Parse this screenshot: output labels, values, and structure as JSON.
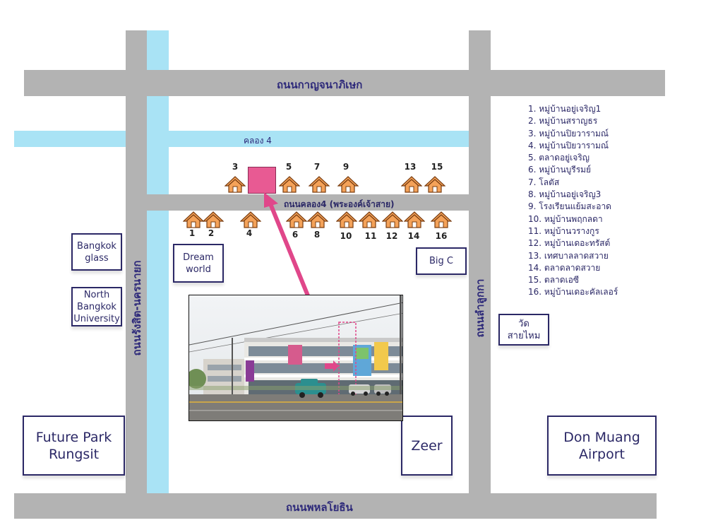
{
  "roads": {
    "kanchanaphisek": "ถนนกาญจนาภิเษก",
    "khlong4_canal": "คลอง 4",
    "khlong4_road": "ถนนคลอง4 (พระองค์เจ้าสาย)",
    "rangsit_nakhon_nayok": "ถนนรังสิต-นครนายก",
    "lam_luk_ka": "ถนนลำลูกกา",
    "phahon_yothin": "ถนนพหลโยธิน"
  },
  "landmarks": {
    "bangkok_glass": "Bangkok glass",
    "north_bangkok_university": "North Bangkok University",
    "dream_world": "Dream world",
    "big_c": "Big C",
    "wat_sai_mai": "วัด สายไหม",
    "future_park": "Future Park Rungsit",
    "zeer": "Zeer",
    "don_muang": "Don Muang Airport"
  },
  "markers_north": [
    "3",
    "5",
    "7",
    "9",
    "13",
    "15"
  ],
  "markers_south": [
    "1",
    "2",
    "4",
    "6",
    "8",
    "10",
    "11",
    "12",
    "14",
    "16"
  ],
  "legend": [
    "1. หมู่บ้านอยู่เจริญ1",
    "2. หมู่บ้านสราญธร",
    "3. หมู่บ้านปิยวารามณ์",
    "4. หมู่บ้านปิยวารามณ์",
    "5. ตลาดอยู่เจริญ",
    "6. หมู่บ้านบูรีรมย์",
    "7. โลตัส",
    "8. หมู่บ้านอยู่เจริญ3",
    "9. โรงเรียนแย้มสะอาด",
    "10. หมู่บ้านพฤกลดา",
    "11. หมู่บ้านวรางกูร",
    "12. หมู่บ้านเดอะทรัสต์",
    "13. เทศบาลลาดสวาย",
    "14. ตลาดลาดสวาย",
    "15. ตลาดเอซี",
    "16. หมู่บ้านเดอะคัลเลอร์"
  ],
  "colors": {
    "road": "#b3b3b3",
    "canal": "#a9e3f5",
    "text": "#2e2a7a",
    "highlight": "#e85a93",
    "house": "#f4a259"
  }
}
